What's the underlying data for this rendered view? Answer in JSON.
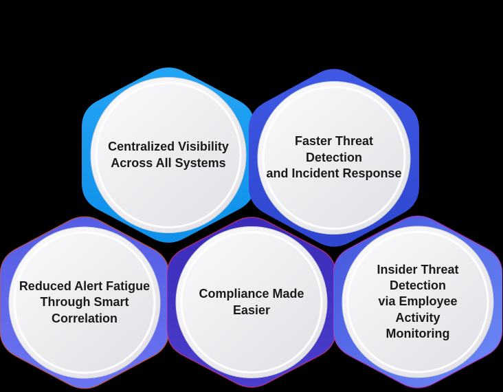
{
  "background_color": "#000000",
  "text_color": "#1a1a1a",
  "disc": {
    "fill_from": "#FCFCFD",
    "fill_to": "#E1E1E6",
    "ring_color": "#FFFFFF",
    "rim_color": "#D3D4DA"
  },
  "hexagons": [
    {
      "id": "centralized-visibility",
      "label": "Centralized Visibility\nAcross All Systems",
      "gradient": {
        "from": "#24A4F4",
        "to": "#0F90EA"
      },
      "edge_color": "none"
    },
    {
      "id": "faster-threat-detection",
      "label": "Faster Threat Detection\nand Incident Response",
      "gradient": {
        "from": "#3E59E4",
        "to": "#2E46CF"
      },
      "edge_color": "none"
    },
    {
      "id": "reduced-alert-fatigue",
      "label": "Reduced Alert Fatigue\nThrough Smart\nCorrelation",
      "gradient": {
        "from": "#555CE5",
        "to": "#6B74F1"
      },
      "edge_color": "#D4572F"
    },
    {
      "id": "compliance-made-easier",
      "label": "Compliance Made\nEasier",
      "gradient": {
        "from": "#3A2BB8",
        "to": "#4B3ECC"
      },
      "edge_color": "#D63485"
    },
    {
      "id": "insider-threat-detection",
      "label": "Insider Threat\nDetection\nvia Employee\nActivity\nMonitoring",
      "gradient": {
        "from": "#4355DD",
        "to": "#6E8BF6"
      },
      "edge_color": "#C435C4"
    }
  ]
}
